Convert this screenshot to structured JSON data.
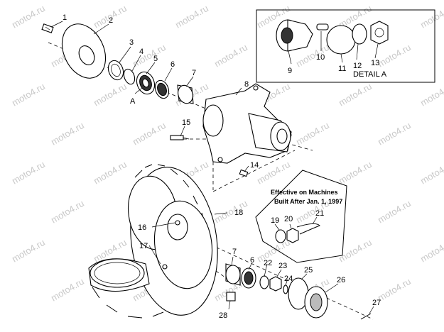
{
  "watermark": "moto4.ru",
  "detail_a": {
    "title": "DETAIL A",
    "labels": [
      "9",
      "10",
      "11",
      "12",
      "13"
    ]
  },
  "effective_box": {
    "line1": "Effective on Machines",
    "line2": "Built After Jan. 1, 1997",
    "labels": [
      "19",
      "20",
      "21"
    ]
  },
  "callouts": [
    "1",
    "2",
    "3",
    "4",
    "5",
    "6",
    "7",
    "8",
    "A",
    "15",
    "14",
    "18",
    "16",
    "17",
    "7",
    "6",
    "22",
    "23",
    "24",
    "25",
    "26",
    "27",
    "28"
  ]
}
